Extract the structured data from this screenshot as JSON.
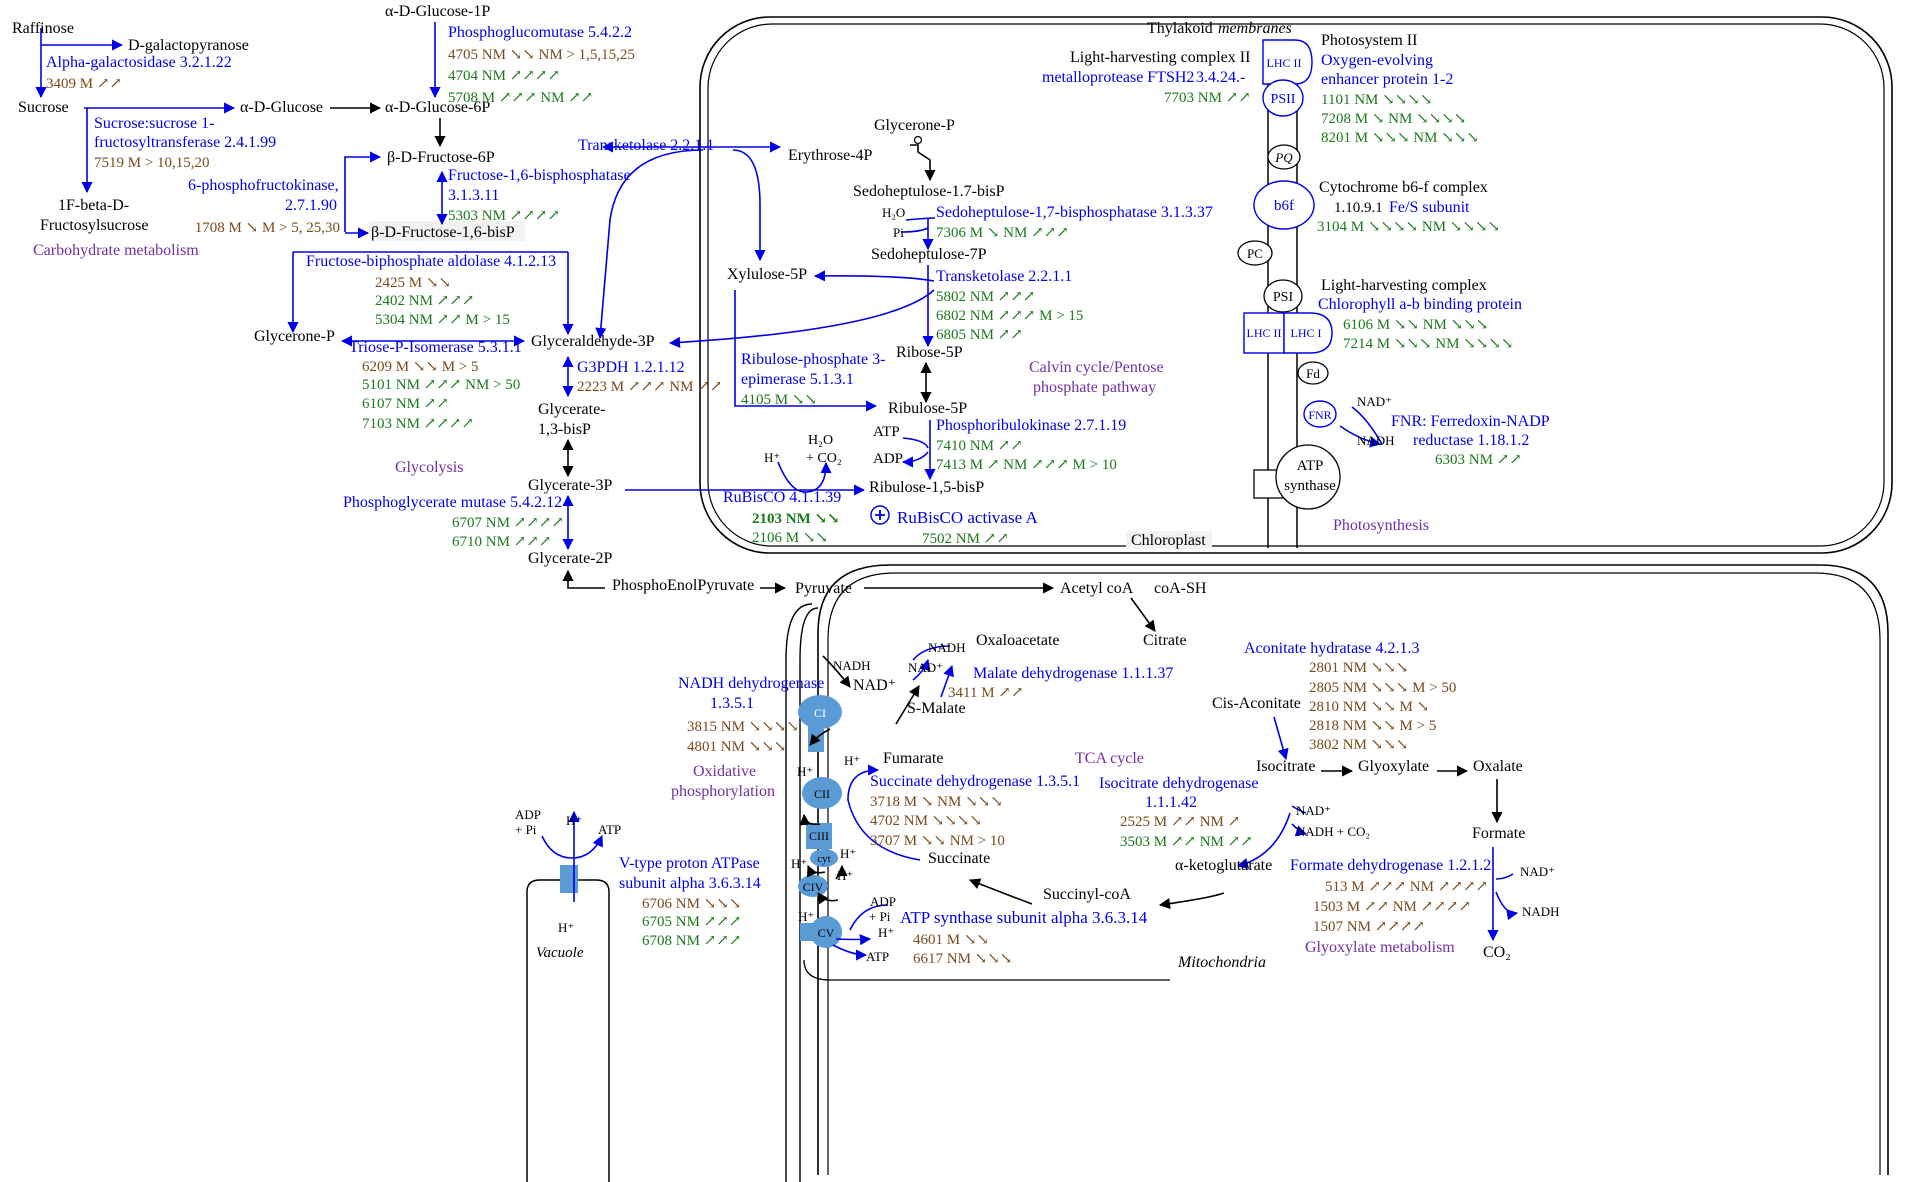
{
  "colors": {
    "metabolite": "#000000",
    "enzyme": "#0000e6",
    "up": "#1a7a1a",
    "down": "#7a4a1a",
    "section": "#7030a0",
    "complex": "#5b9bd5"
  },
  "metabolites": {
    "raffinose": "Raffinose",
    "d_galactopyranose": "D-galactopyranose",
    "sucrose": "Sucrose",
    "a_d_glucose": "α-D-Glucose",
    "a_d_glucose_1p": "α-D-Glucose-1P",
    "a_d_glucose_6p": "α-D-Glucose-6P",
    "fructosylsucrose_1": "1F-beta-D-",
    "fructosylsucrose_2": "Fructosylsucrose",
    "b_d_fructose_6p": "β-D-Fructose-6P",
    "b_d_fructose_16bisp": "β-D-Fructose-1,6-bisP",
    "glycerone_p_left": "Glycerone-P",
    "glyceraldehyde_3p": "Glyceraldehyde-3P",
    "glycerate_13bisp_1": "Glycerate-",
    "glycerate_13bisp_2": "1,3-bisP",
    "glycerate_3p": "Glycerate-3P",
    "glycerate_2p": "Glycerate-2P",
    "pep": "PhosphoEnolPyruvate",
    "pyruvate": "Pyruvate",
    "acetyl_coa": "Acetyl coA",
    "coa_sh": "coA-SH",
    "citrate": "Citrate",
    "oxaloacetate": "Oxaloacetate",
    "s_malate": "S-Malate",
    "fumarate": "Fumarate",
    "succinate": "Succinate",
    "succinyl_coa": "Succinyl-coA",
    "a_ketoglutarate": "α-ketoglutarate",
    "isocitrate": "Isocitrate",
    "cis_aconitate": "Cis-Aconitate",
    "glyoxylate": "Glyoxylate",
    "oxalate": "Oxalate",
    "formate": "Formate",
    "co2": "CO₂",
    "glycerone_p_chl": "Glycerone-P",
    "erythrose_4p": "Erythrose-4P",
    "sedoheptulose_17bisp": "Sedoheptulose-1.7-bisP",
    "sedoheptulose_7p": "Sedoheptulose-7P",
    "xylulose_5p": "Xylulose-5P",
    "ribose_5p": "Ribose-5P",
    "ribulose_5p": "Ribulose-5P",
    "ribulose_15bisp": "Ribulose-1,5-bisP",
    "h2o": "H₂O",
    "pi": "Pi",
    "atp": "ATP",
    "adp": "ADP",
    "h_plus": "H⁺",
    "h2o_co2_1": "H₂O",
    "h2o_co2_2": "+ CO₂",
    "nadh": "NADH",
    "nad_plus": "NAD⁺",
    "nad_plus_small": "NAD⁺",
    "nadh_co2": "NADH + CO₂",
    "adp_pi_1": "ADP",
    "adp_pi_2": "+ Pi"
  },
  "sections": {
    "carbohydrate": "Carbohydrate metabolism",
    "glycolysis": "Glycolysis",
    "calvin_1": "Calvin cycle/Pentose",
    "calvin_2": "phosphate pathway",
    "tca": "TCA cycle",
    "oxphos_1": "Oxidative",
    "oxphos_2": "phosphorylation",
    "glyoxylate": "Glyoxylate metabolism",
    "photosynthesis": "Photosynthesis"
  },
  "compartments": {
    "chloroplast": "Chloroplast",
    "mitochondria": "Mitochondria",
    "vacuole": "Vacuole",
    "thylakoid_1": "Thylakoid ",
    "thylakoid_2": "membranes"
  },
  "complexes": {
    "lhc2_top": "LHC II",
    "psii": "PSII",
    "pq": "PQ",
    "b6f": "b6f",
    "pc": "PC",
    "psi": "PSI",
    "lhc2": "LHC II",
    "lhc1": "LHC I",
    "fd": "Fd",
    "fnr": "FNR",
    "atp_synthase_1": "ATP",
    "atp_synthase_2": "synthase",
    "ci": "CI",
    "cii": "CII",
    "ciii": "CIII",
    "cyt": "cyt",
    "civ": "CIV",
    "cv": "CV"
  },
  "enzymes": {
    "alpha_gal": "Alpha-galactosidase 3.2.1.22",
    "pgm": "Phosphoglucomutase 5.4.2.2",
    "sst_1": "Sucrose:sucrose 1-",
    "sst_2": "fructosyltransferase 2.4.1.99",
    "pfk_1": "6-phosphofructokinase,",
    "pfk_2": "2.7.1.90",
    "fbpase_1": "Fructose-1,6-bisphosphatase",
    "fbpase_2": "3.1.3.11",
    "transketolase_top": "Transketolase 2.2.1.1",
    "aldolase": "Fructose-biphosphate aldolase 4.1.2.13",
    "tpi": "Triose-P-Isomerase 5.3.1.1",
    "g3pdh": "G3PDH  1.2.1.12",
    "pgam": "Phosphoglycerate mutase 5.4.2.12",
    "sbpase": "Sedoheptulose-1,7-bisphosphatase 3.1.3.37",
    "transketolase_chl": "Transketolase 2.2.1.1",
    "rpe_1": "Ribulose-phosphate 3-",
    "rpe_2": "epimerase 5.1.3.1",
    "prk": "Phosphoribulokinase 2.7.1.19",
    "rubisco": "RuBisCO 4.1.1.39",
    "rubisco_activase": "RuBisCO activase A",
    "ftsh2_title": "Light-harvesting complex II",
    "ftsh2_1": "metalloprotease FTSH2",
    "ftsh2_2": "3.4.24.-",
    "psii_title": "Photosystem II",
    "oee_1": "Oxygen-evolving",
    "oee_2": "enhancer protein 1-2",
    "cytb6f_title": "Cytochrome b6-f complex",
    "cytb6f_ec": "1.10.9.1",
    "cytb6f_sub": " Fe/S subunit",
    "lhc_title": "Light-harvesting complex",
    "cab": "Chlorophyll a-b binding protein",
    "fnr_1": "FNR: Ferredoxin-NADP",
    "fnr_2": "reductase 1.18.1.2",
    "nadh_dh_1": "NADH dehydrogenase",
    "nadh_dh_2": "1.3.5.1",
    "mdh": "Malate dehydrogenase 1.1.1.37",
    "aconitase": "Aconitate hydratase 4.2.1.3",
    "sdh": "Succinate dehydrogenase 1.3.5.1",
    "idh_1": "Isocitrate dehydrogenase",
    "idh_2": "1.1.1.42",
    "fdh": "Formate dehydrogenase 1.2.1.2",
    "vatpase_1": "V-type proton ATPase",
    "vatpase_2": "subunit alpha 3.6.3.14",
    "atp_synth_alpha": "ATP synthase subunit alpha 3.6.3.14"
  },
  "spots": {
    "alpha_gal_1": "3409 M ↗↗",
    "pgm_1": "4705 NM ↘↘ NM > 1,5,15,25",
    "pgm_2": "4704              NM ↗↗↗↗",
    "pgm_3": "5708 M ↗↗↗ NM ↗↗",
    "sst_1": "7519 M > 10,15,20",
    "pfk_1": "1708 M ↘ M > 5, 25,30",
    "fbpase_1": "5303 NM ↗↗↗↗",
    "aldolase_1": "2425 M ↘↘",
    "aldolase_2": "2402 NM ↗↗↗",
    "aldolase_3": "5304 NM ↗↗ M > 15",
    "tpi_1": "6209 M ↘↘ M > 5",
    "tpi_2": "5101 NM ↗↗↗ NM > 50",
    "tpi_3": "6107 NM ↗↗",
    "tpi_4": "7103 NM ↗↗↗↗",
    "g3pdh_1": "2223 M ↗↗↗ NM ↗↗",
    "pgam_1": "6707 NM ↗↗↗↗",
    "pgam_2": "6710 NM ↗↗↗",
    "sbpase_1": "7306 M ↘ NM ↗↗↗",
    "tk_chl_1": "5802 NM ↗↗↗",
    "tk_chl_2": "6802 NM ↗↗↗ M > 15",
    "tk_chl_3": "6805 NM ↗↗",
    "rpe_1": "4105 M ↘↘",
    "prk_1": "7410            NM ↗↗",
    "prk_2": "7413 M ↗ NM ↗↗↗ M > 10",
    "rubisco_1": "2103 NM ↘↘",
    "rubisco_2": "2106 M ↘↘",
    "activase_1": "7502 NM ↗↗",
    "ftsh2_1": "7703 NM ↗↗",
    "oee_1": "1101              NM ↘↘↘↘",
    "oee_2": "7208 M ↘        NM ↘↘↘↘",
    "oee_3": "8201 M ↘↘↘ NM ↘↘↘",
    "cytb6f_1": "3104 M ↘↘↘↘ NM ↘↘↘↘",
    "cab_1": "6106 M ↘↘     NM ↘↘↘",
    "cab_2": "7214 M ↘↘↘ NM ↘↘↘↘",
    "fnr_1": "6303 NM ↗↗",
    "nadh_dh_1": "3815 NM ↘↘↘↘",
    "nadh_dh_2": "4801 NM ↘↘↘",
    "mdh_1": "3411 M ↗↗",
    "aco_1": "2801 NM ↘↘↘",
    "aco_2": "2805 NM ↘↘↘ M > 50",
    "aco_3": "2810 NM ↘↘     M ↘",
    "aco_4": "2818 NM ↘↘     M > 5",
    "aco_5": "3802 NM ↘↘↘",
    "sdh_1": "3718 M ↘ NM ↘↘↘",
    "sdh_2": "4702         NM ↘↘↘↘",
    "sdh_3": "3707 M ↘↘ NM > 10",
    "idh_1": "2525 M ↗↗ NM ↗",
    "idh_2": "3503 M ↗↗ NM ↗↗",
    "fdh_1": "513   M ↗↗↗ NM ↗↗↗↗",
    "fdh_2": "1503 M ↗↗      NM ↗↗↗↗",
    "fdh_3": "1507                NM ↗↗↗↗",
    "vatp_1": "6706 NM ↘↘↘",
    "vatp_2": "6705 NM ↗↗↗",
    "vatp_3": "6708 NM ↗↗↗",
    "atps_1": "4601 M ↘↘",
    "atps_2": "6617 NM ↘↘↘"
  }
}
